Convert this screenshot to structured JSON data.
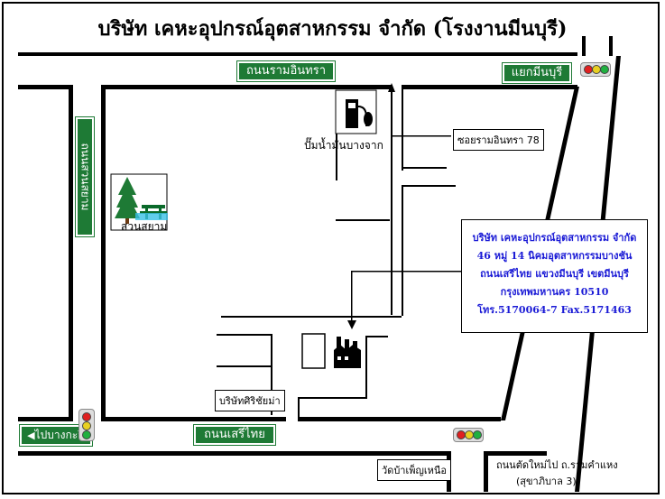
{
  "title": "บริษัท เคหะอุปกรณ์อุตสาหกรรม จำกัด (โรงงานมีนบุรี)",
  "road_signs": {
    "ram_intra": "ถนนรามอินทรา",
    "yaek_minburi": "แยกมีนบุรี",
    "suan_siam_road": "ถนนสวนสยาม",
    "seri_thai": "ถนนเสรีไทย",
    "to_bangkapi": "ไปบางกะปิ"
  },
  "labels": {
    "gas_station": "ปั๊มน้ำมันบางจาก",
    "soi": "ซอยรามอินทรา 78",
    "park": "สวนสยาม",
    "sirikorn": "บริษัทศิริชัยม่า",
    "wat": "วัดบ้าเพ็ญเหนือ",
    "new_road_line1": "ถนนตัดใหม่ไป ถ.รามคำแหง",
    "new_road_line2": "(สุขาภิบาล 3)"
  },
  "company_info": {
    "line1": "บริษัท เคหะอุปกรณ์อุตสาหกรรม จำกัด",
    "line2": "46 หมู่ 14 นิคมอุตสาหกรรมบางชัน",
    "line3": "ถนนเสรีไทย แขวงมีนบุรี เขตมีนบุรี",
    "line4": "กรุงเทพมหานคร 10510",
    "line5": "โทร.5170064-7  Fax.5171463"
  },
  "colors": {
    "road": "#000000",
    "sign_bg": "#1e7a35",
    "info_text": "#1b1bd6",
    "light_red": "#e02020",
    "light_yellow": "#e8d020",
    "light_green": "#20b040"
  },
  "icons": [
    "gas-pump-icon",
    "tree-icon",
    "picnic-table-icon",
    "factory-icon",
    "traffic-light-icon",
    "arrow-left-icon"
  ]
}
